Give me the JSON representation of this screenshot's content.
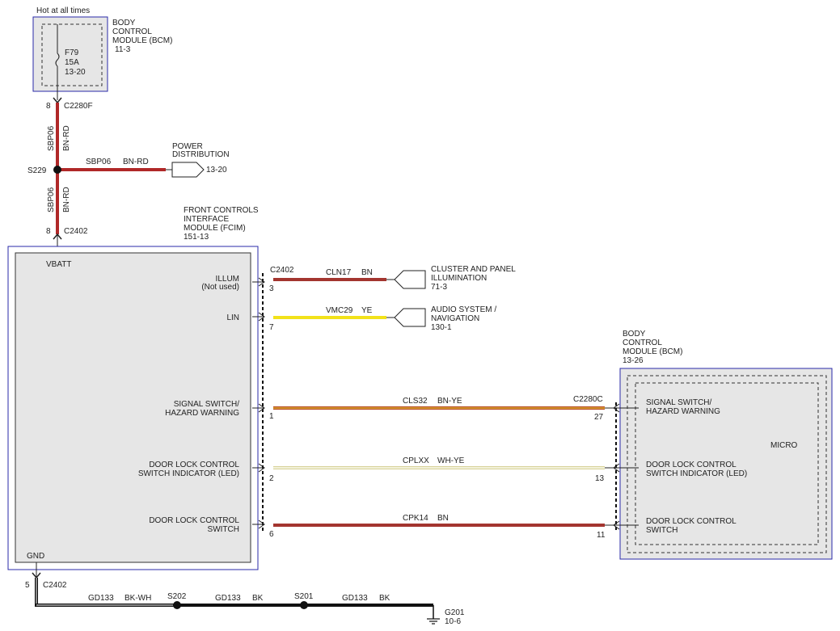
{
  "top_bcm": {
    "hot_label": "Hot at all times",
    "title": [
      "BODY",
      "CONTROL",
      "MODULE (BCM)",
      "11-3"
    ],
    "fuse": [
      "F79",
      "15A",
      "13-20"
    ]
  },
  "connectors": {
    "c2280f_pin": "8",
    "c2280f": "C2280F",
    "c2402_top_pin": "8",
    "c2402_top": "C2402",
    "c2402_right": "C2402",
    "c2402_gnd_pin": "5",
    "c2402_gnd": "C2402",
    "c2280c": "C2280C"
  },
  "wires": {
    "upper_vertical": [
      "SBP06",
      "BN-RD"
    ],
    "lower_vertical": [
      "SBP06",
      "BN-RD"
    ],
    "horizontal": [
      "SBP06",
      "BN-RD"
    ],
    "illum": [
      "CLN17",
      "BN"
    ],
    "lin": [
      "VMC29",
      "YE"
    ],
    "signal": [
      "CLS32",
      "BN-YE"
    ],
    "doorled": [
      "CPLXX",
      "WH-YE"
    ],
    "doorsw": [
      "CPK14",
      "BN"
    ],
    "gnd1": [
      "GD133",
      "BK-WH"
    ],
    "gnd2": [
      "GD133",
      "BK"
    ],
    "gnd3": [
      "GD133",
      "BK"
    ]
  },
  "splice": "S229",
  "power_dist": {
    "title": [
      "POWER",
      "DISTRIBUTION"
    ],
    "ref": "13-20"
  },
  "fcim": {
    "title": [
      "FRONT CONTROLS",
      "INTERFACE",
      "MODULE (FCIM)",
      "151-13"
    ],
    "vbatt": "VBATT",
    "gnd": "GND",
    "illum": [
      "ILLUM",
      "(Not used)"
    ],
    "lin": "LIN",
    "signal": [
      "SIGNAL SWITCH/",
      "HAZARD WARNING"
    ],
    "doorled": [
      "DOOR LOCK CONTROL",
      "SWITCH INDICATOR (LED)"
    ],
    "doorsw": [
      "DOOR LOCK CONTROL",
      "SWITCH"
    ]
  },
  "pins": {
    "illum": "3",
    "lin": "7",
    "signal_l": "1",
    "doorled_l": "2",
    "doorsw_l": "6",
    "signal_r": "27",
    "doorled_r": "13",
    "doorsw_r": "11"
  },
  "cluster": [
    "CLUSTER AND PANEL",
    "ILLUMINATION",
    "71-3"
  ],
  "audio": [
    "AUDIO SYSTEM /",
    "NAVIGATION",
    "130-1"
  ],
  "right_bcm": {
    "title": [
      "BODY",
      "CONTROL",
      "MODULE (BCM)",
      "13-26"
    ],
    "signal": [
      "SIGNAL SWITCH/",
      "HAZARD WARNING"
    ],
    "micro": "MICRO",
    "doorled": [
      "DOOR LOCK CONTROL",
      "SWITCH INDICATOR (LED)"
    ],
    "doorsw": [
      "DOOR LOCK CONTROL",
      "SWITCH"
    ]
  },
  "ground": {
    "s202": "S202",
    "s201": "S201",
    "g201": "G201",
    "g201_ref": "10-6"
  },
  "colors": {
    "bn_rd": "#b02828",
    "bn": "#a3352f",
    "ye": "#f2e21a",
    "bn_ye_outer": "#b5481e",
    "bn_ye_inner": "#e8c23a",
    "wh_ye_outer": "#d8d29a",
    "wh_ye_inner": "#fbfbee",
    "bk": "#111111",
    "module_blue": "#2a2aa8"
  }
}
